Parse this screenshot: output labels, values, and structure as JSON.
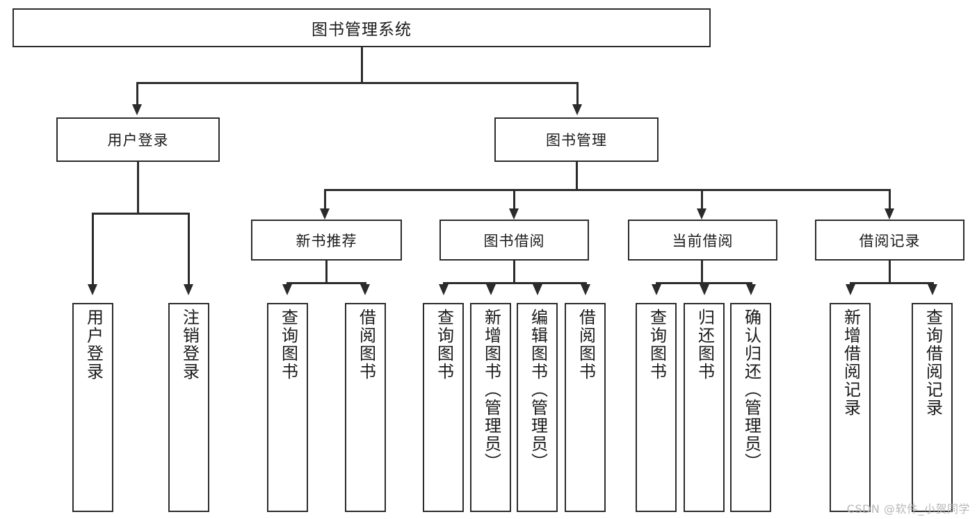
{
  "diagram": {
    "type": "hierarchy-tree",
    "root": {
      "label": "图书管理系统"
    },
    "level2": [
      {
        "label": "用户登录"
      },
      {
        "label": "图书管理"
      }
    ],
    "level3": [
      {
        "label": "新书推荐"
      },
      {
        "label": "图书借阅"
      },
      {
        "label": "当前借阅"
      },
      {
        "label": "借阅记录"
      }
    ],
    "leaves": {
      "user_login": [
        {
          "label": "用户登录"
        },
        {
          "label": "注销登录"
        }
      ],
      "new_book_recommend": [
        {
          "label": "查询图书"
        },
        {
          "label": "借阅图书"
        }
      ],
      "book_borrow": [
        {
          "label": "查询图书"
        },
        {
          "label": "新增图书（管理员）"
        },
        {
          "label": "编辑图书（管理员）"
        },
        {
          "label": "借阅图书"
        }
      ],
      "current_borrow": [
        {
          "label": "查询图书"
        },
        {
          "label": "归还图书"
        },
        {
          "label": "确认归还（管理员）"
        }
      ],
      "borrow_record": [
        {
          "label": "新增借阅记录"
        },
        {
          "label": "查询借阅记录"
        }
      ]
    }
  },
  "watermark": {
    "text": "CSDN @软件_小贺同学"
  },
  "colors": {
    "stroke": "#2b2b2b",
    "background": "#ffffff",
    "text": "#1a1a1a",
    "watermark": "#b8b8b8"
  }
}
